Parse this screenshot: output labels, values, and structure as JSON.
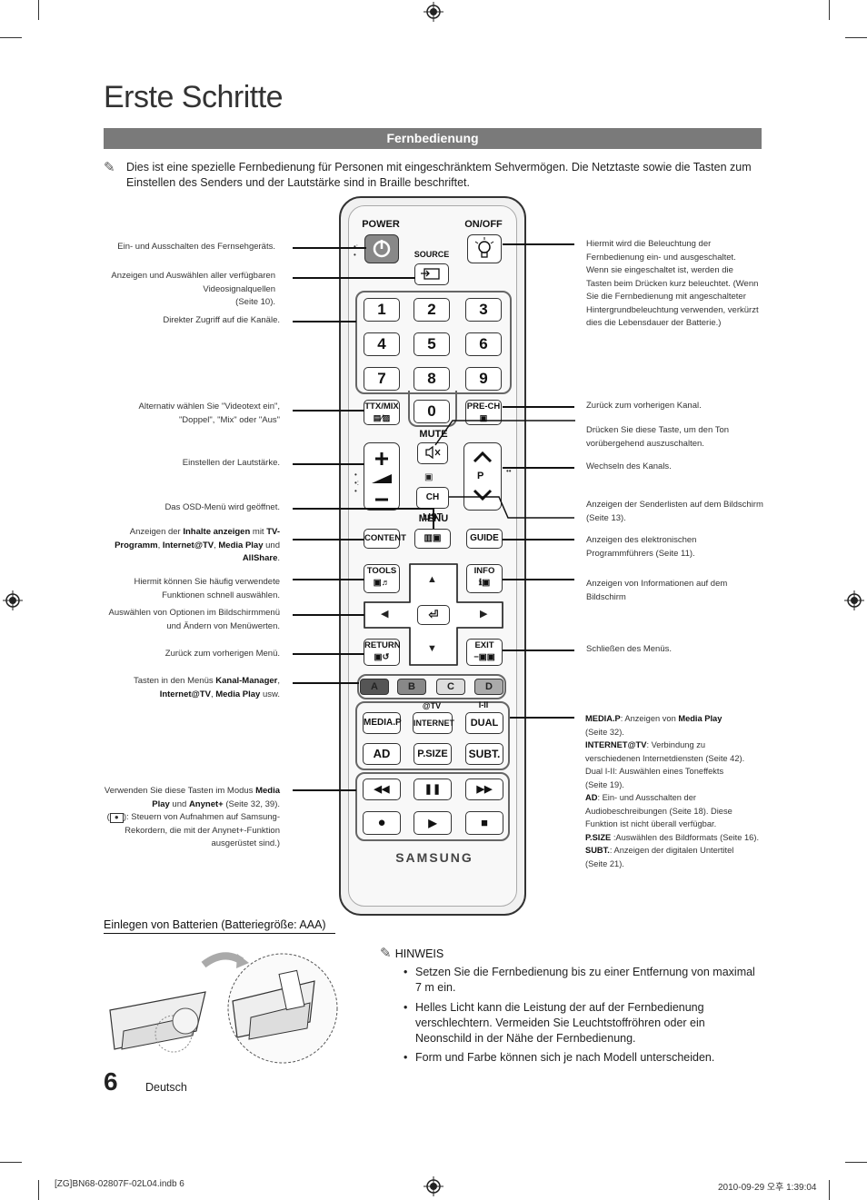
{
  "title": "Erste Schritte",
  "section": "Fernbedienung",
  "intro": "Dies ist eine spezielle Fernbedienung für Personen mit eingeschränktem Sehvermögen. Die Netztaste sowie die Tasten zum Einstellen des Senders und der Lautstärke sind in Braille beschriftet.",
  "remote": {
    "power": "POWER",
    "onoff": "ON/OFF",
    "source": "SOURCE",
    "numbers": [
      "1",
      "2",
      "3",
      "4",
      "5",
      "6",
      "7",
      "8",
      "9"
    ],
    "zero": "0",
    "ttx": "TTX/MIX",
    "prech": "PRE-CH",
    "mute": "MUTE",
    "chlist": "CH LIST",
    "p": "P",
    "menu": "MENU",
    "content": "CONTENT",
    "guide": "GUIDE",
    "tools": "TOOLS",
    "info": "INFO",
    "return": "RETURN",
    "exit": "EXIT",
    "colors": [
      "A",
      "B",
      "C",
      "D"
    ],
    "tv_at": "@TV",
    "dual_sym": "I-II",
    "mediap": "MEDIA.P",
    "internet": "INTERNET",
    "dual": "DUAL",
    "ad": "AD",
    "psize": "P.SIZE",
    "subt": "SUBT.",
    "brand": "SAMSUNG"
  },
  "left_labels": {
    "power": "Ein- und Ausschalten des Fernsehgeräts.",
    "source1": "Anzeigen und Auswählen aller verfügbaren",
    "source2": "Videosignalquellen",
    "source3": "(Seite 10).",
    "channels": "Direkter Zugriff auf die Kanäle.",
    "ttx1": "Alternativ wählen Sie \"Videotext ein\",",
    "ttx2": "\"Doppel\", \"Mix\" oder \"Aus\"",
    "volume": "Einstellen der Lautstärke.",
    "menu": "Das OSD-Menü wird geöffnet.",
    "content_a": "Anzeigen der ",
    "content_b": "Inhalte anzeigen",
    "content_c": " mit ",
    "content_d": "TV-",
    "content_e": "Programm",
    "content_f": ", ",
    "content_g": "Internet@TV",
    "content_h": ", ",
    "content_i": "Media Play",
    "content_j": " und",
    "content_k": "AllShare",
    "content_l": ".",
    "tools1": "Hiermit können Sie häufig verwendete",
    "tools2": "Funktionen schnell auswählen.",
    "nav1": "Auswählen von Optionen im Bildschirmmenü",
    "nav2": "und Ändern von Menüwerten.",
    "return": "Zurück zum vorherigen Menü.",
    "color_a": "Tasten in den Menüs ",
    "color_b": "Kanal-Manager",
    "color_c": ",",
    "color_d": "Internet@TV",
    "color_e": ", ",
    "color_f": "Media Play",
    "color_g": " usw.",
    "media_a": "Verwenden Sie diese Tasten im Modus ",
    "media_b": "Media",
    "media_c": "Play",
    "media_d": " und ",
    "media_e": "Anynet+",
    "media_f": " (Seite 32, 39).",
    "media_g": "(",
    "media_h": "): Steuern von Aufnahmen auf Samsung-",
    "media_i": "Rekordern, die mit der Anynet+-Funktion",
    "media_j": "ausgerüstet sind.)"
  },
  "right_labels": {
    "light": [
      "Hiermit wird die Beleuchtung der",
      "Fernbedienung ein- und ausgeschaltet.",
      "Wenn sie eingeschaltet ist, werden die",
      "Tasten beim Drücken kurz beleuchtet. (Wenn",
      "Sie die Fernbedienung mit angeschalteter",
      "Hintergrundbeleuchtung verwenden, verkürzt",
      "dies die Lebensdauer der Batterie.)"
    ],
    "prech": "Zurück zum vorherigen Kanal.",
    "mute": [
      "Drücken Sie diese Taste, um den Ton",
      "vorübergehend auszuschalten."
    ],
    "channel": "Wechseln des Kanals.",
    "chlist": [
      "Anzeigen der Senderlisten auf dem Bildschirm",
      "(Seite 13)."
    ],
    "guide": [
      "Anzeigen des elektronischen",
      "Programmführers (Seite 11)."
    ],
    "info": [
      "Anzeigen von Informationen auf dem",
      "Bildschirm"
    ],
    "exit": "Schließen des Menüs.",
    "m1b": "MEDIA.P",
    "m1": ": Anzeigen von ",
    "m1c": "Media Play",
    "m2": "(Seite 32).",
    "m3b": "INTERNET@TV",
    "m3": ": Verbindung zu",
    "m4": "verschiedenen Internetdiensten (Seite 42).",
    "m5": "Dual I-II: Auswählen eines Toneffekts",
    "m6": "(Seite 19).",
    "m7b": "AD",
    "m7": ": Ein- und Ausschalten der",
    "m8": "Audiobeschreibungen (Seite 18). Diese",
    "m9": "Funktion ist nicht überall verfügbar.",
    "m10b": "P.SIZE",
    "m10": " :Auswählen des Bildformats (Seite 16).",
    "m11b": "SUBT.",
    "m11": ": Anzeigen der digitalen Untertitel",
    "m12": "(Seite 21)."
  },
  "battery_title": "Einlegen von Batterien (Batteriegröße: AAA)",
  "note_title": "HINWEIS",
  "notes": [
    "Setzen Sie die Fernbedienung bis zu einer Entfernung von maximal 7 m ein.",
    "Helles Licht kann die Leistung der auf der Fernbedienung verschlechtern. Vermeiden Sie Leuchtstoffröhren oder ein Neonschild in der Nähe der Fernbedienung.",
    "Form und Farbe können sich je nach Modell unterscheiden."
  ],
  "page_number": "6",
  "language": "Deutsch",
  "footer_left": "[ZG]BN68-02807F-02L04.indb   6",
  "footer_right": "2010-09-29   오후 1:39:04"
}
